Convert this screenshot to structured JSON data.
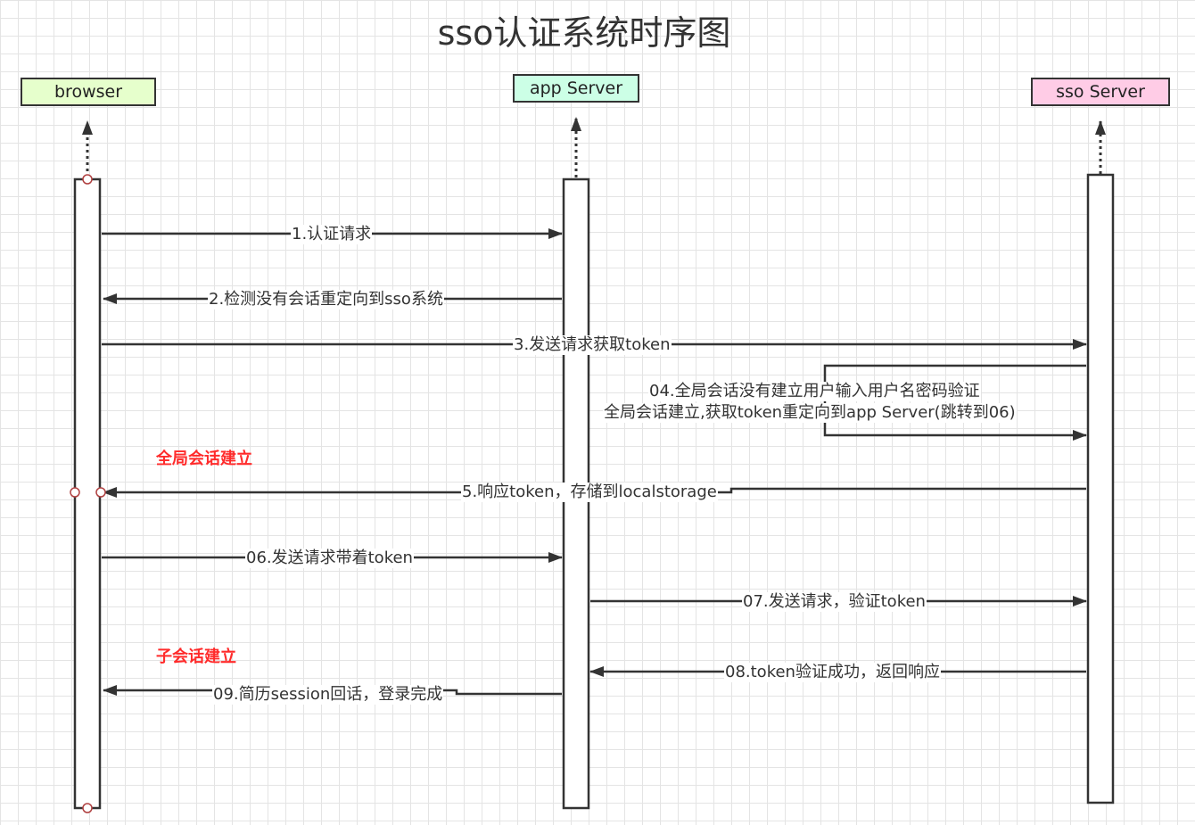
{
  "title": "sso认证系统时序图",
  "actors": {
    "browser": {
      "label": "browser",
      "fill": "#e6ffcc"
    },
    "app": {
      "label": "app  Server",
      "fill": "#ccffe6"
    },
    "sso": {
      "label": "sso  Server",
      "fill": "#ffcce6"
    }
  },
  "messages": [
    {
      "from": "browser",
      "to": "app",
      "label": "1.认证请求"
    },
    {
      "from": "app",
      "to": "browser",
      "label": "2.检测没有会话重定向到sso系统"
    },
    {
      "from": "browser",
      "to": "sso",
      "label": "3.发送请求获取token"
    },
    {
      "from": "sso",
      "to": "sso",
      "label_line1": "04.全局会话没有建立用户输入用户名密码验证",
      "label_line2": "全局会话建立,获取token重定向到app  Server(跳转到06)"
    },
    {
      "from": "sso",
      "to": "browser",
      "label": "5.响应token，存储到localstorage"
    },
    {
      "from": "browser",
      "to": "app",
      "label": "06.发送请求带着token"
    },
    {
      "from": "app",
      "to": "sso",
      "label": "07.发送请求，验证token"
    },
    {
      "from": "sso",
      "to": "app",
      "label": "08.token验证成功，返回响应"
    },
    {
      "from": "app",
      "to": "browser",
      "label": "09.简历session回话，登录完成"
    }
  ],
  "notes": {
    "global_session": "全局会话建立",
    "sub_session": "子会话建立",
    "color": "#ff2b2b"
  },
  "colors": {
    "line": "#333333",
    "marker": "#b04040"
  }
}
